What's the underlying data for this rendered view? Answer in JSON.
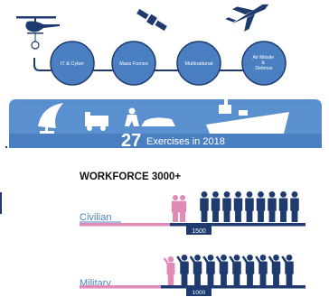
{
  "colors": {
    "navy": "#1e3a6e",
    "blue": "#4a7fc1",
    "light_blue": "#5a8fd0",
    "pink": "#e08ab8",
    "white": "#ffffff"
  },
  "exercises": {
    "circles": [
      {
        "label": "IT & Cyber"
      },
      {
        "label": "Mass Forces"
      },
      {
        "label": "Multinational"
      },
      {
        "label": "Air Missile & Defense"
      }
    ],
    "count": "27",
    "caption": "Exercises in 2018"
  },
  "workforce": {
    "title": "WORKFORCE 3000+",
    "rows": [
      {
        "label": "Civilian",
        "value": "1500",
        "pink_figures": 2,
        "navy_figures": 9
      },
      {
        "label": "Military",
        "value": "1000",
        "pink_figures": 1,
        "navy_figures": 9
      }
    ]
  },
  "icons": [
    "helicopter-icon",
    "satellite-icon",
    "fighter-jet-icon",
    "radar-dish-icon",
    "truck-icon",
    "soldier-icon",
    "warship-icon",
    "person-icon",
    "saluting-soldier-icon"
  ]
}
